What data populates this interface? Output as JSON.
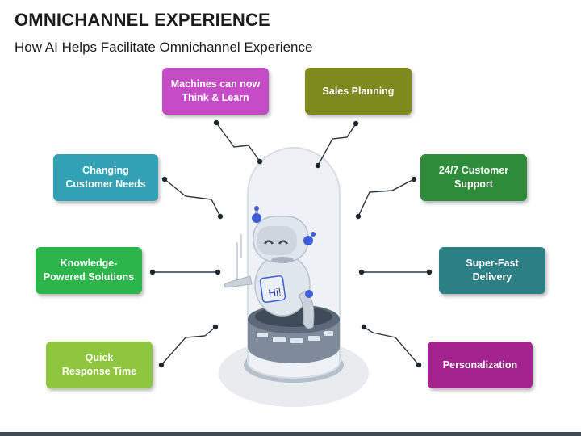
{
  "header": {
    "title": "OMNICHANNEL EXPERIENCE",
    "subtitle": "How AI Helps Facilitate Omnichannel Experience"
  },
  "boxes": [
    {
      "id": "machines",
      "label": "Machines can now\nThink & Learn",
      "color": "#c64bc6"
    },
    {
      "id": "sales",
      "label": "Sales Planning",
      "color": "#7f8a1c"
    },
    {
      "id": "changing",
      "label": "Changing\nCustomer Needs",
      "color": "#33a1b4"
    },
    {
      "id": "support",
      "label": "24/7 Customer\nSupport",
      "color": "#2e8b3a"
    },
    {
      "id": "knowledge",
      "label": "Knowledge-\nPowered Solutions",
      "color": "#2bb54a"
    },
    {
      "id": "delivery",
      "label": "Super-Fast\nDelivery",
      "color": "#2c7f85"
    },
    {
      "id": "quick",
      "label": "Quick\nResponse Time",
      "color": "#8ec63f"
    },
    {
      "id": "personal",
      "label": "Personalization",
      "color": "#a3238f"
    }
  ],
  "robot": {
    "badge_text": "Hi!",
    "body_color": "#dfe6ee",
    "accent_color": "#3d5ed6"
  }
}
